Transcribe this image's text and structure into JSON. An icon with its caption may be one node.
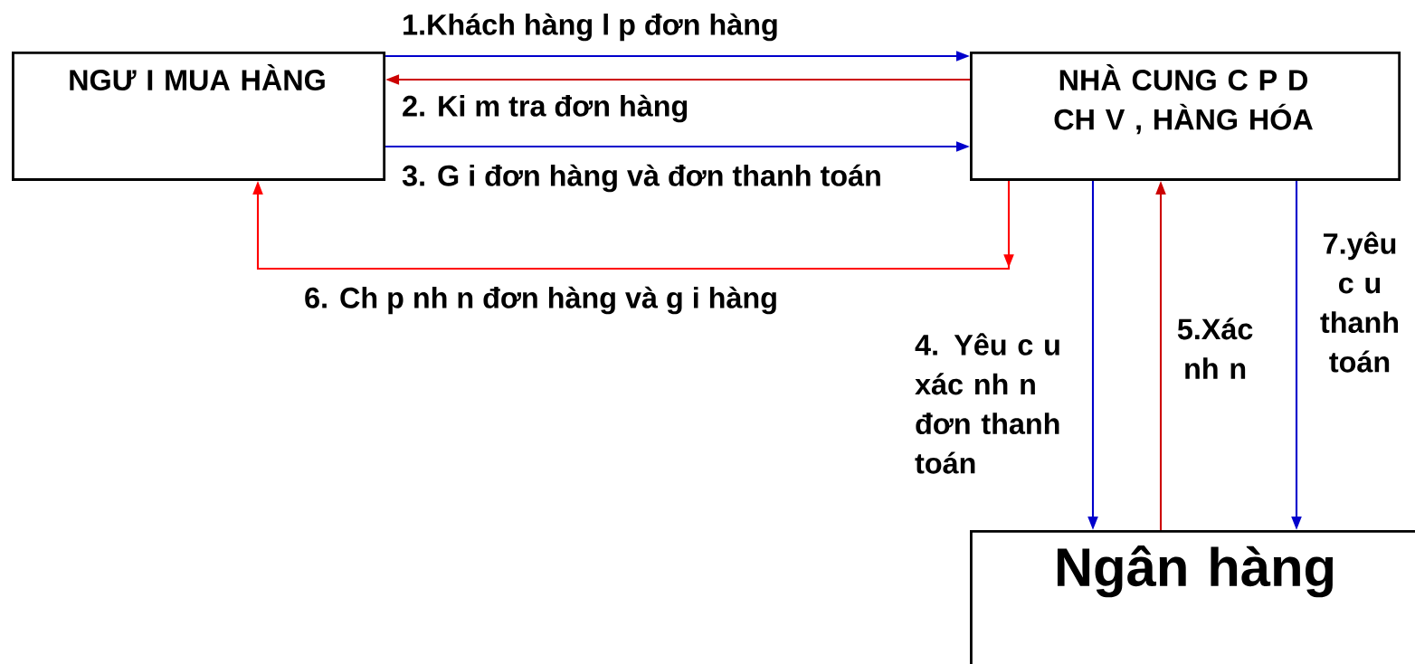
{
  "diagram": {
    "nodes": [
      {
        "text": [
          "NGƯ I MUA HÀNG"
        ]
      },
      {
        "text": [
          "NHÀ CUNG C P D CH V , HÀNG HÓA"
        ]
      },
      {
        "text": [
          "Ngân hàng"
        ]
      }
    ],
    "edges": [
      {
        "from": 0,
        "to": 1,
        "arrow": "to",
        "label": "1.Khách hàng l p đơn hàng"
      },
      {
        "from": 1,
        "to": 0,
        "arrow": "to",
        "label": "2. Ki m tra đơn hàng",
        "color": "#cc0000"
      },
      {
        "from": 0,
        "to": 1,
        "arrow": "to",
        "label": "3. G i đơn hàng và đơn thanh toán"
      },
      {
        "from": 1,
        "to": 0,
        "arrow": "to",
        "label": "6. Ch p nh n đơn hàng và g i hàng",
        "color": "#ff0000"
      },
      {
        "from": 1,
        "to": 2,
        "arrow": "to",
        "label": "4. Yêu c u xác nh n đơn thanh toán"
      },
      {
        "from": 2,
        "to": 1,
        "arrow": "to",
        "label": "5.Xác nh n",
        "color": "#cc0000"
      },
      {
        "from": 1,
        "to": 2,
        "arrow": "to",
        "label": "7.yêu c u thanh toán"
      }
    ]
  }
}
